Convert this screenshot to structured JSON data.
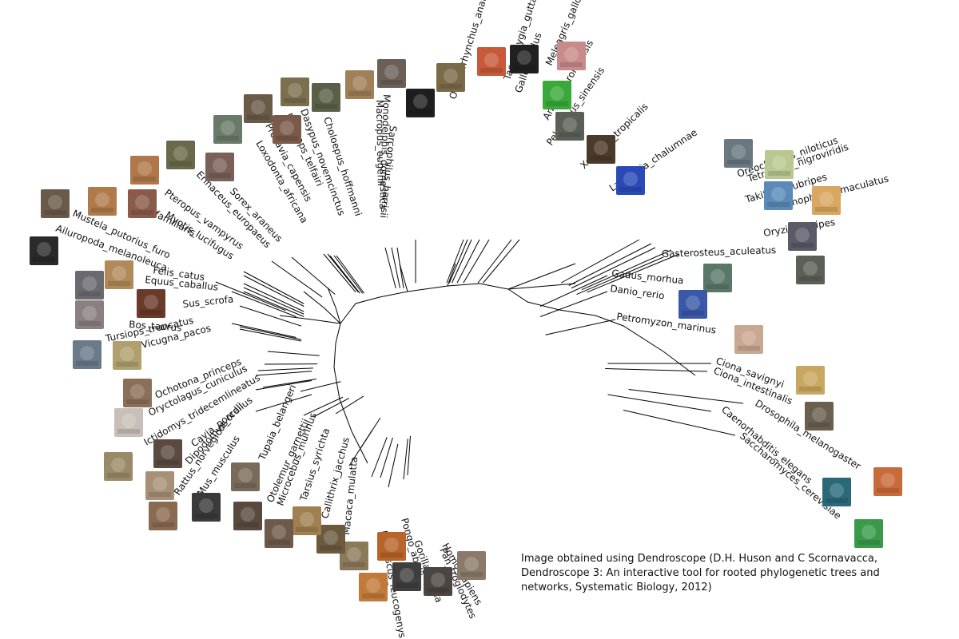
{
  "taxa": [
    {
      "name": "Homo_sapiens",
      "image": "human-portrait",
      "color": "#8b7a6a"
    },
    {
      "name": "Pan_troglodytes",
      "image": "chimpanzee-photo",
      "color": "#4a4540"
    },
    {
      "name": "Gorilla_gorilla",
      "image": "gorilla-photo",
      "color": "#3f3f3f"
    },
    {
      "name": "Pongo_abelii",
      "image": "orangutan-photo",
      "color": "#b8642a"
    },
    {
      "name": "Nomascus_leucogenys",
      "image": "gibbon-photo",
      "color": "#c07a3a"
    },
    {
      "name": "Macaca_mulatta",
      "image": "macaque-photo",
      "color": "#8a7a5a"
    },
    {
      "name": "Callithrix_jacchus",
      "image": "marmoset-photo",
      "color": "#6b5a3e"
    },
    {
      "name": "Tarsius_syrichta",
      "image": "tarsier-photo",
      "color": "#a08050"
    },
    {
      "name": "Microcebus_murinus",
      "image": "mouse-lemur-photo",
      "color": "#6e5a4a"
    },
    {
      "name": "Otolemur_garnettii",
      "image": "galago-photo",
      "color": "#5a4a3e"
    },
    {
      "name": "Tupaia_belangeri",
      "image": "treeshrew-photo",
      "color": "#7a6a5a"
    },
    {
      "name": "Mus_musculus",
      "image": "mouse-photo",
      "color": "#3a3a3a"
    },
    {
      "name": "Rattus_norvegicus",
      "image": "rat-photo",
      "color": "#8a6a50"
    },
    {
      "name": "Dipodomys_ordii",
      "image": "kangaroo-rat-photo",
      "color": "#a89078"
    },
    {
      "name": "Cavia_porcellus",
      "image": "guinea-pig-photo",
      "color": "#5a4a40"
    },
    {
      "name": "Ictidomys_tridecemlineatus",
      "image": "ground-squirrel-photo",
      "color": "#9a8a68"
    },
    {
      "name": "Oryctolagus_cuniculus",
      "image": "rabbit-photo",
      "color": "#c8c0b8"
    },
    {
      "name": "Ochotona_princeps",
      "image": "pika-photo",
      "color": "#8a7058"
    },
    {
      "name": "Vicugna_pacos",
      "image": "alpaca-photo",
      "color": "#b0a070"
    },
    {
      "name": "Tursiops_truncatus",
      "image": "dolphin-photo",
      "color": "#6a7a88"
    },
    {
      "name": "Bos_taurus",
      "image": "cow-photo",
      "color": "#8a8080"
    },
    {
      "name": "Sus_scrofa",
      "image": "pig-photo",
      "color": "#6a3a2a"
    },
    {
      "name": "Equus_caballus",
      "image": "horse-photo",
      "color": "#6a6a70"
    },
    {
      "name": "Felis_catus",
      "image": "cat-photo",
      "color": "#b08a5a"
    },
    {
      "name": "Ailuropoda_melanoleuca",
      "image": "panda-photo",
      "color": "#2a2a2a"
    },
    {
      "name": "Mustela_putorius_furo",
      "image": "ferret-photo",
      "color": "#6a5a4a"
    },
    {
      "name": "Canis_familiaris",
      "image": "dog-photo",
      "color": "#b07a4a"
    },
    {
      "name": "Myotis_lucifugus",
      "image": "bat-photo",
      "color": "#8a5a4a"
    },
    {
      "name": "Pteropus_vampyrus",
      "image": "fruit-bat-photo",
      "color": "#b0784a"
    },
    {
      "name": "Erinaceus_europaeus",
      "image": "hedgehog-photo",
      "color": "#6a6a4a"
    },
    {
      "name": "Sorex_araneus",
      "image": "shrew-photo",
      "color": "#7a6058"
    },
    {
      "name": "Loxodonta_africana",
      "image": "elephant-photo",
      "color": "#6a7a68"
    },
    {
      "name": "Procavia_capensis",
      "image": "hyrax-photo",
      "color": "#6a5a48"
    },
    {
      "name": "Echinops_telfairi",
      "image": "tenrec-photo",
      "color": "#7a5a48"
    },
    {
      "name": "Dasypus_novemcinctus",
      "image": "armadillo-photo",
      "color": "#7a7050"
    },
    {
      "name": "Choloepus_hoffmanni",
      "image": "sloth-photo",
      "color": "#5a6048"
    },
    {
      "name": "Macropus_eugenii",
      "image": "wallaby-photo",
      "color": "#a08058"
    },
    {
      "name": "Monodelphis_domestica",
      "image": "opossum-photo",
      "color": "#6a6058"
    },
    {
      "name": "Sarcophilus_harrisii",
      "image": "tasmanian-devil-photo",
      "color": "#1e1e1e"
    },
    {
      "name": "Ornithorhynchus_anatinus",
      "image": "platypus-photo",
      "color": "#7a6a48"
    },
    {
      "name": "Taeniopygia_guttata",
      "image": "zebra-finch-photo",
      "color": "#c85a3a"
    },
    {
      "name": "Gallus_gallus",
      "image": "chicken-photo",
      "color": "#202020"
    },
    {
      "name": "Meleagris_gallopavo",
      "image": "turkey-photo",
      "color": "#c88a8a"
    },
    {
      "name": "Anolis_carolinensis",
      "image": "anole-photo",
      "color": "#3aa83a"
    },
    {
      "name": "Pelodiscus_sinensis",
      "image": "turtle-photo",
      "color": "#5a6058"
    },
    {
      "name": "Xenopus_tropicalis",
      "image": "frog-photo",
      "color": "#4a3a2a"
    },
    {
      "name": "Latimeria_chalumnae",
      "image": "coelacanth-photo",
      "color": "#2a4ab8"
    },
    {
      "name": "Oreochromis_niloticus",
      "image": "tilapia-photo",
      "color": "#6a7880"
    },
    {
      "name": "Tetraodon_nigroviridis",
      "image": "pufferfish-photo",
      "color": "#b8c890"
    },
    {
      "name": "Takifugu_rubripes",
      "image": "fugu-photo",
      "color": "#5a8ab8"
    },
    {
      "name": "Xiphophorus_maculatus",
      "image": "platyfish-photo",
      "color": "#d8a860"
    },
    {
      "name": "Oryzias_latipes",
      "image": "medaka-photo",
      "color": "#5a5a68"
    },
    {
      "name": "Gasterosteus_aculeatus",
      "image": "stickleback-photo",
      "color": "#5a6058"
    },
    {
      "name": "Gadus_morhua",
      "image": "cod-photo",
      "color": "#5a7868"
    },
    {
      "name": "Danio_rerio",
      "image": "zebrafish-photo",
      "color": "#3a58a8"
    },
    {
      "name": "Petromyzon_marinus",
      "image": "lamprey-photo",
      "color": "#c8a890"
    },
    {
      "name": "Ciona_savignyi",
      "image": "sea-squirt-photo",
      "color": "#c8a860"
    },
    {
      "name": "Ciona_intestinalis",
      "image": "sea-squirt-2-photo",
      "color": "#6a6050"
    },
    {
      "name": "Drosophila_melanogaster",
      "image": "fruit-fly-photo",
      "color": "#c86a3a"
    },
    {
      "name": "Caenorhabditis_elegans",
      "image": "worm-photo",
      "color": "#2a6a78"
    },
    {
      "name": "Saccharomyces_cerevisiae",
      "image": "yeast-photo",
      "color": "#3a9a4a"
    }
  ],
  "caption": [
    "Image obtained using Dendroscope (D.H. Huson and C Scornavacca,",
    "Dendroscope 3: An interactive tool for rooted phylogenetic trees and",
    "networks, Systematic Biology, 2012)"
  ],
  "colors": {
    "edge": "#000000",
    "text": "#111111",
    "background": "#ffffff"
  }
}
